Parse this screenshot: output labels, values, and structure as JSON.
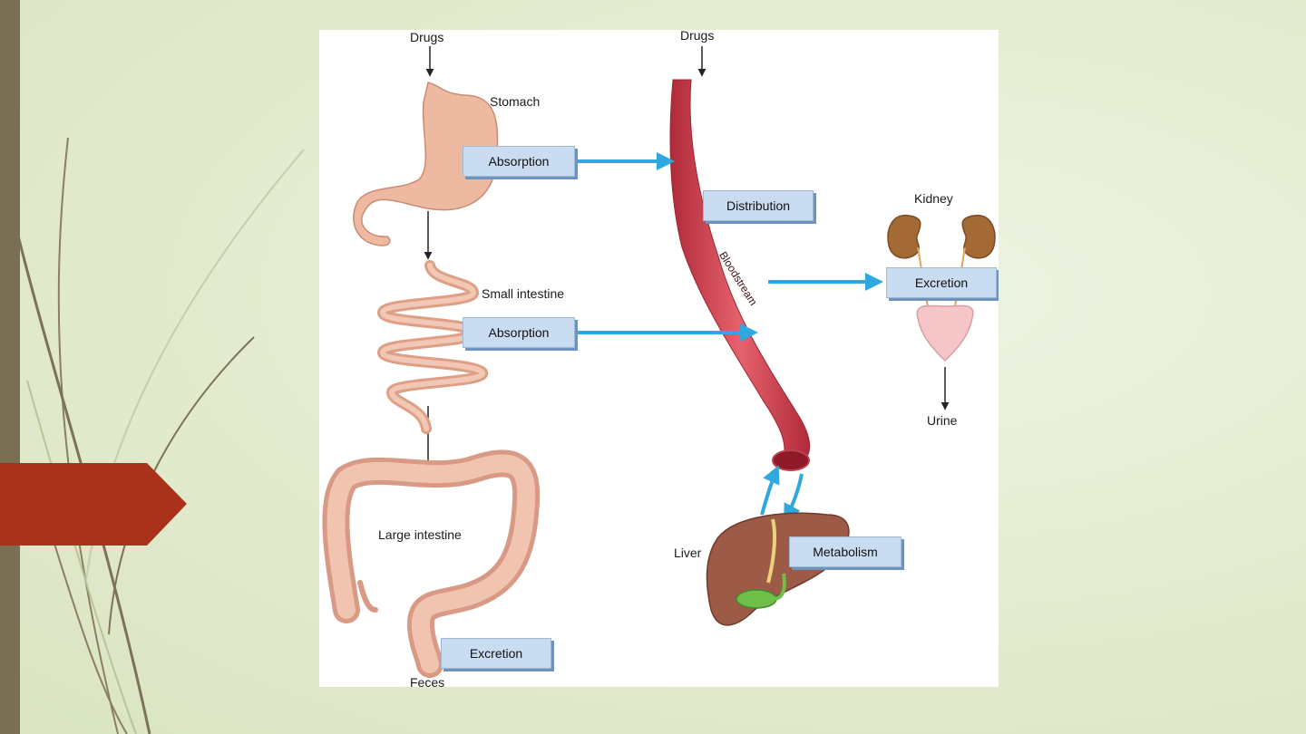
{
  "colors": {
    "side_bar": "#7a6f55",
    "chevron": "#a8321a",
    "box_fill": "#c9dcf1",
    "arrow_blue": "#2ea8df",
    "vessel": "#d9545f"
  },
  "labels": {
    "drugs_left": "Drugs",
    "drugs_right": "Drugs",
    "stomach": "Stomach",
    "small_intestine": "Small intestine",
    "large_intestine": "Large intestine",
    "feces": "Feces",
    "kidney": "Kidney",
    "urine": "Urine",
    "liver": "Liver",
    "bloodstream": "Bloodstream"
  },
  "boxes": {
    "absorption_stomach": "Absorption",
    "absorption_intestine": "Absorption",
    "distribution": "Distribution",
    "excretion_kidney": "Excretion",
    "metabolism": "Metabolism",
    "excretion_feces": "Excretion"
  },
  "icons": [
    "stomach-icon",
    "small-intestine-icon",
    "large-intestine-icon",
    "bloodstream-vessel",
    "kidney-icon",
    "bladder-icon",
    "liver-icon"
  ]
}
